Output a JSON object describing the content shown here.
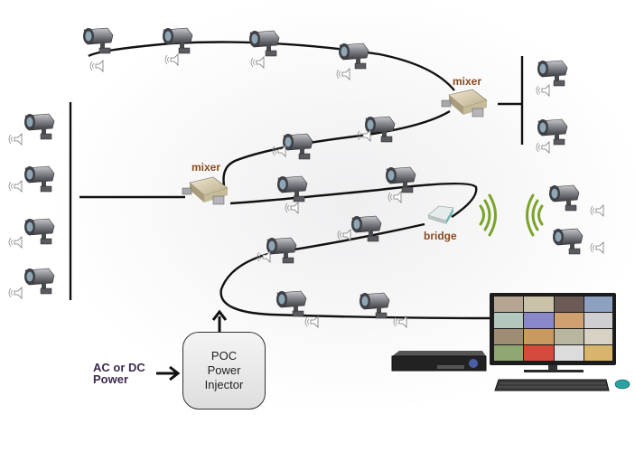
{
  "diagram": {
    "labels": {
      "mixer_left": "mixer",
      "mixer_right": "mixer",
      "bridge": "bridge",
      "power_source": [
        "AC or DC",
        "Power"
      ],
      "poc_injector": [
        "POC",
        "Power",
        "Injector"
      ]
    },
    "colors": {
      "device_label": "#8b4a1e",
      "power_label": "#3d2a50",
      "wireless_waves": "#7aa32a",
      "wire": "#111111"
    },
    "components": {
      "cameras_count": 20,
      "mixers_count": 2,
      "bridges_count": 1,
      "dvr": "dvr-recorder",
      "monitor": "monitor-multiview",
      "keyboard": "keyboard",
      "mouse": "mouse"
    }
  }
}
